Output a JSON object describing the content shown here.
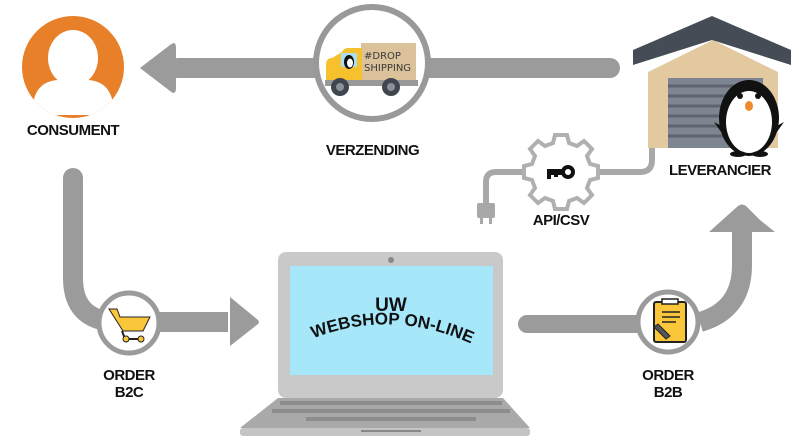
{
  "diagram": {
    "title": "Dropshipping flow",
    "nodes": {
      "consumer": {
        "label": "CONSUMENT",
        "icon": "user-icon",
        "color": "#E8802A"
      },
      "shipping": {
        "label": "VERZENDING",
        "icon": "truck-icon",
        "truck_text_line1": "#DROP",
        "truck_text_line2": "SHIPPING"
      },
      "supplier": {
        "label": "LEVERANCIER",
        "icon": "warehouse-icon"
      },
      "api": {
        "label": "API/CSV",
        "icon": "key-gear-icon"
      },
      "webshop": {
        "line1": "UW",
        "line2": "WEBSHOP ON-LINE",
        "icon": "laptop-icon",
        "screen_color": "#A6E8FA"
      },
      "order_b2c": {
        "line1": "ORDER",
        "line2": "B2C",
        "icon": "shopping-cart-icon"
      },
      "order_b2b": {
        "line1": "ORDER",
        "line2": "B2B",
        "icon": "clipboard-icon"
      }
    },
    "colors": {
      "arrow": "#9B9B9B",
      "accent_yellow": "#F9C739",
      "roof": "#464C56",
      "wall": "#E2C9A0",
      "door": "#7D8590"
    }
  }
}
